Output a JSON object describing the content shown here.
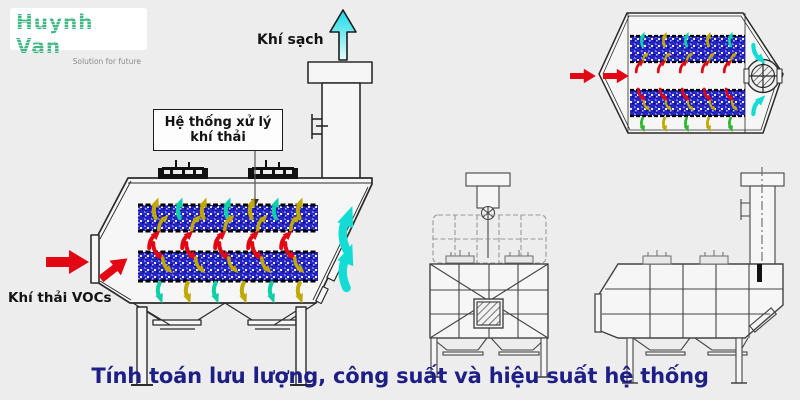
{
  "page": {
    "background": "#ededed"
  },
  "logo": {
    "title": "Huynh Van",
    "tagline": "Solution for future"
  },
  "labels": {
    "clean_air": "Khí sạch",
    "system_box_line1": "Hệ thống xử lý",
    "system_box_line2": "khí thải",
    "voc_inlet": "Khí thải VOCs",
    "caption": "Tính toán lưu lượng, công suất và hiệu suất hệ thống"
  },
  "colors": {
    "logo_green": "#45b585",
    "tagline_gray": "#8a8a8a",
    "caption_navy": "#1e1e87",
    "red_arrow": "#e30613",
    "yellow_arrow": "#c0a800",
    "teal_arrow": "#10cfa8",
    "green_arrow": "#2fb62f",
    "cyan_arrow": "#12dcd4",
    "bed_blue": "#2626c4",
    "line_dark": "#2b2b2b",
    "frame_gray": "#999999"
  }
}
